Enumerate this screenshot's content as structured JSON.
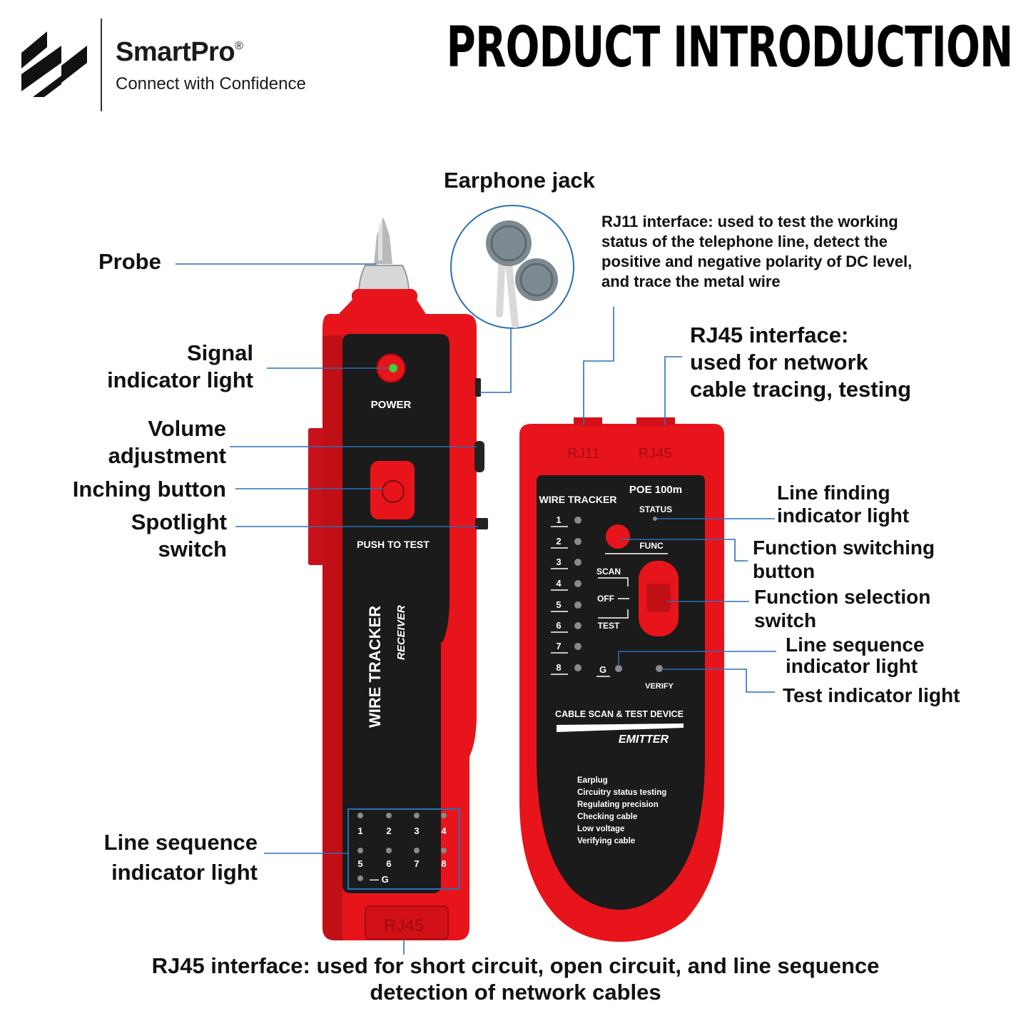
{
  "brand": {
    "name": "SmartPro",
    "registered": "®",
    "tagline": "Connect with Confidence"
  },
  "title": "PRODUCT INTRODUCTION",
  "callouts": {
    "probe": "Probe",
    "signal_light_1": "Signal",
    "signal_light_2": "indicator light",
    "volume_1": "Volume",
    "volume_2": "adjustment",
    "inching": "Inching button",
    "spotlight_1": "Spotlight",
    "spotlight_2": "switch",
    "line_seq_left_1": "Line sequence",
    "line_seq_left_2": "indicator light",
    "earphone": "Earphone jack",
    "rj11_1": "RJ11 interface: used to test the working",
    "rj11_2": "status of the telephone line, detect the",
    "rj11_3": "positive and negative polarity of DC level,",
    "rj11_4": "and trace the metal wire",
    "rj45_top_1": "RJ45 interface:",
    "rj45_top_2": "used for network",
    "rj45_top_3": "cable tracing, testing",
    "line_finding_1": "Line finding",
    "line_finding_2": "indicator light",
    "func_switch_btn_1": "Function switching",
    "func_switch_btn_2": "button",
    "func_sel_1": "Function selection",
    "func_sel_2": "switch",
    "line_seq_right_1": "Line sequence",
    "line_seq_right_2": "indicator light",
    "test_light": "Test indicator light",
    "bottom_1": "RJ45 interface: used for short circuit, open circuit, and line sequence",
    "bottom_2": "detection of network cables"
  },
  "receiver": {
    "power": "POWER",
    "push_to_test": "PUSH TO TEST",
    "wire_tracker": "WIRE TRACKER",
    "receiver": "RECEIVER",
    "leds_top": [
      "1",
      "2",
      "3",
      "4"
    ],
    "leds_bottom": [
      "5",
      "6",
      "7",
      "8"
    ],
    "ground": "— G",
    "port": "RJ45"
  },
  "emitter": {
    "port_rj11": "RJ11",
    "port_rj45": "RJ45",
    "poe": "POE 100m",
    "status": "STATUS",
    "wire_tracker": "WIRE TRACKER",
    "func": "FUNC",
    "scan": "SCAN",
    "off": "OFF",
    "test": "TEST",
    "pins": [
      "1",
      "2",
      "3",
      "4",
      "5",
      "6",
      "7",
      "8"
    ],
    "g": "G",
    "verify": "VERIFY",
    "device_line": "CABLE SCAN & TEST DEVICE",
    "emitter": "EMITTER",
    "features": [
      "Earplug",
      "Circuitry status testing",
      "Regulating precision",
      "Checking cable",
      "Low voltage",
      "Verifying cable"
    ]
  },
  "colors": {
    "device_red": "#e8141b",
    "device_dark_red": "#b40d12",
    "panel_black": "#1b1b1b",
    "leader_blue": "#2a6fb5",
    "led_green": "#3bd13b"
  }
}
